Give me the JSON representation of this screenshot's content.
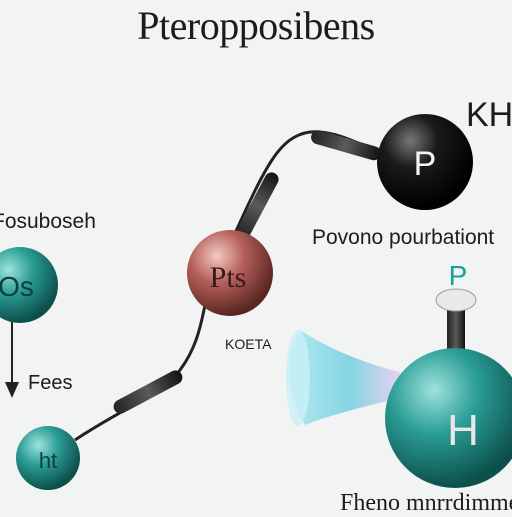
{
  "title": "Pteropposibens",
  "corner_label": "KH",
  "captions": {
    "left": "Fosuboseh",
    "right": "Povono pourbationt",
    "middle": "KOETA",
    "fees": "Fees",
    "bottom": "Fheno mnrrdimmer"
  },
  "atoms": {
    "left": "Os",
    "center": "Pts",
    "top_right": "P",
    "bottom_left": "ht",
    "big_right": "H"
  },
  "small_label_p": "P",
  "colors": {
    "background": "#f2f3f3",
    "teal": "#1e8d86",
    "black_sphere": "#111111",
    "copper": "#b5605a",
    "cyan_label": "#18a0a0",
    "cone": "#7fd3e0"
  }
}
